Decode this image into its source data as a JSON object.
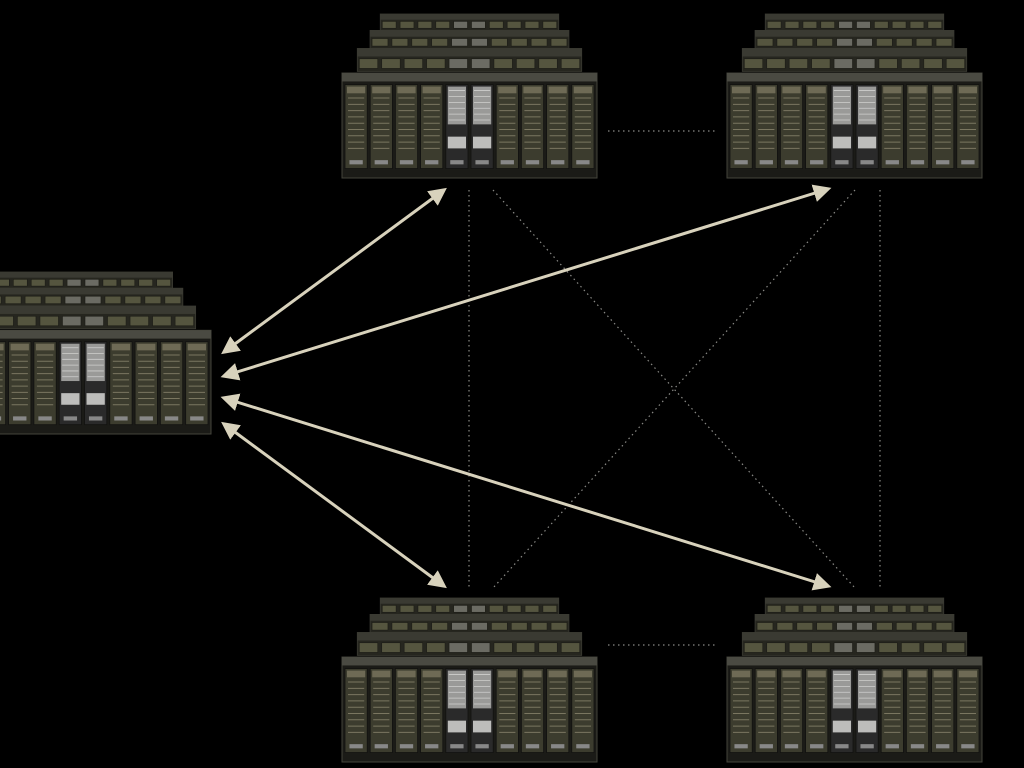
{
  "diagram": {
    "background": "#000000",
    "arrow_color": "#d8d2bc",
    "dotted_color": "#8a8a86",
    "nodes": [
      {
        "id": "hub",
        "icon": "server-rack-cluster-icon"
      },
      {
        "id": "top-left",
        "icon": "server-rack-cluster-icon"
      },
      {
        "id": "top-right",
        "icon": "server-rack-cluster-icon"
      },
      {
        "id": "bottom-left",
        "icon": "server-rack-cluster-icon"
      },
      {
        "id": "bottom-right",
        "icon": "server-rack-cluster-icon"
      }
    ],
    "arrows": [
      {
        "from": "hub",
        "to": "top-left",
        "style": "double-headed"
      },
      {
        "from": "hub",
        "to": "top-right",
        "style": "double-headed"
      },
      {
        "from": "hub",
        "to": "bottom-left",
        "style": "double-headed"
      },
      {
        "from": "hub",
        "to": "bottom-right",
        "style": "double-headed"
      }
    ],
    "dotted_links": [
      {
        "from": "top-left",
        "to": "top-right"
      },
      {
        "from": "bottom-left",
        "to": "bottom-right"
      },
      {
        "from": "top-left",
        "to": "bottom-left"
      },
      {
        "from": "top-right",
        "to": "bottom-right"
      },
      {
        "from": "top-left",
        "to": "bottom-right"
      },
      {
        "from": "top-right",
        "to": "bottom-left"
      }
    ]
  }
}
